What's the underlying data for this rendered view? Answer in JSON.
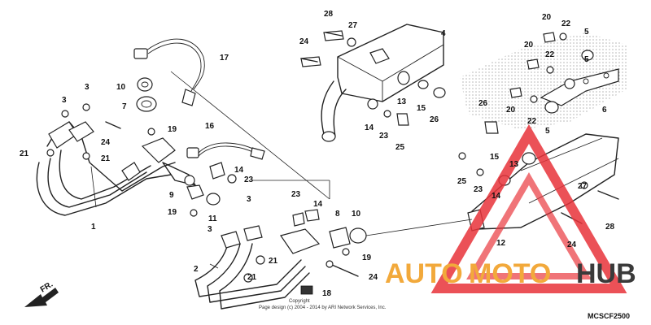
{
  "diagram_code": "MCSCF2500",
  "front_label": "FR.",
  "copyright": {
    "line1": "Copyright",
    "line2": "Page design (c) 2004 - 2014 by ARI Network Services, Inc."
  },
  "watermark": {
    "word1": "AUTO",
    "word2": "MOTO",
    "word3": "HUB",
    "colors": {
      "auto": "#f2a93b",
      "moto": "#f2a93b",
      "hub": "#3a3a3a",
      "triangle": "#e8333a"
    }
  },
  "callouts": [
    {
      "id": "c1",
      "text": "1"
    },
    {
      "id": "c2",
      "text": "2"
    },
    {
      "id": "c3a",
      "text": "3"
    },
    {
      "id": "c3b",
      "text": "3"
    },
    {
      "id": "c3c",
      "text": "3"
    },
    {
      "id": "c3d",
      "text": "3"
    },
    {
      "id": "c4",
      "text": "4"
    },
    {
      "id": "c5a",
      "text": "5"
    },
    {
      "id": "c5b",
      "text": "5"
    },
    {
      "id": "c5c",
      "text": "5"
    },
    {
      "id": "c6",
      "text": "6"
    },
    {
      "id": "c7",
      "text": "7"
    },
    {
      "id": "c8",
      "text": "8"
    },
    {
      "id": "c9",
      "text": "9"
    },
    {
      "id": "c10a",
      "text": "10"
    },
    {
      "id": "c10b",
      "text": "10"
    },
    {
      "id": "c11",
      "text": "11"
    },
    {
      "id": "c12",
      "text": "12"
    },
    {
      "id": "c13a",
      "text": "13"
    },
    {
      "id": "c13b",
      "text": "13"
    },
    {
      "id": "c14a",
      "text": "14"
    },
    {
      "id": "c14b",
      "text": "14"
    },
    {
      "id": "c14c",
      "text": "14"
    },
    {
      "id": "c14d",
      "text": "14"
    },
    {
      "id": "c15a",
      "text": "15"
    },
    {
      "id": "c15b",
      "text": "15"
    },
    {
      "id": "c16",
      "text": "16"
    },
    {
      "id": "c17",
      "text": "17"
    },
    {
      "id": "c18",
      "text": "18"
    },
    {
      "id": "c19a",
      "text": "19"
    },
    {
      "id": "c19b",
      "text": "19"
    },
    {
      "id": "c19c",
      "text": "19"
    },
    {
      "id": "c20a",
      "text": "20"
    },
    {
      "id": "c20b",
      "text": "20"
    },
    {
      "id": "c20c",
      "text": "20"
    },
    {
      "id": "c21a",
      "text": "21"
    },
    {
      "id": "c21b",
      "text": "21"
    },
    {
      "id": "c21c",
      "text": "21"
    },
    {
      "id": "c21d",
      "text": "21"
    },
    {
      "id": "c22a",
      "text": "22"
    },
    {
      "id": "c22b",
      "text": "22"
    },
    {
      "id": "c22c",
      "text": "22"
    },
    {
      "id": "c23a",
      "text": "23"
    },
    {
      "id": "c23b",
      "text": "23"
    },
    {
      "id": "c23c",
      "text": "23"
    },
    {
      "id": "c23d",
      "text": "23"
    },
    {
      "id": "c24a",
      "text": "24"
    },
    {
      "id": "c24b",
      "text": "24"
    },
    {
      "id": "c24c",
      "text": "24"
    },
    {
      "id": "c24d",
      "text": "24"
    },
    {
      "id": "c25a",
      "text": "25"
    },
    {
      "id": "c25b",
      "text": "25"
    },
    {
      "id": "c26a",
      "text": "26"
    },
    {
      "id": "c26b",
      "text": "26"
    },
    {
      "id": "c27a",
      "text": "27"
    },
    {
      "id": "c27b",
      "text": "27"
    },
    {
      "id": "c28a",
      "text": "28"
    },
    {
      "id": "c28b",
      "text": "28"
    }
  ]
}
